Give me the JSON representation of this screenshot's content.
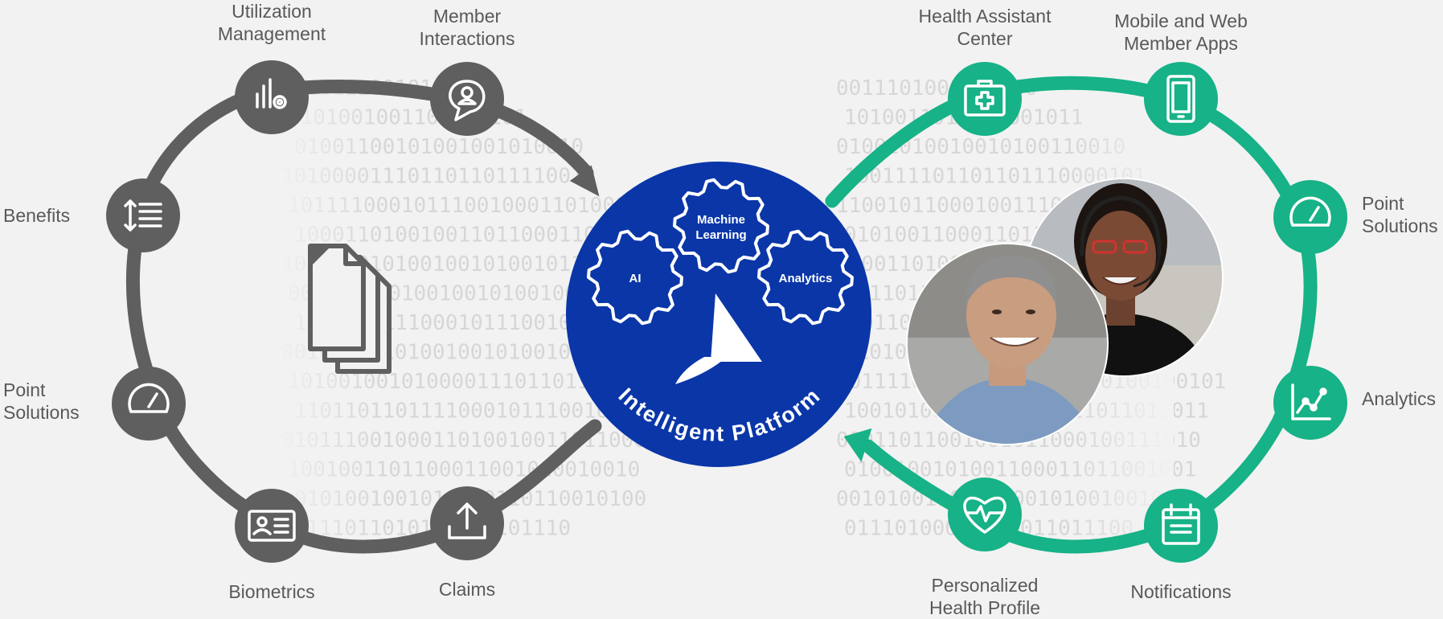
{
  "colors": {
    "background": "#f2f2f2",
    "left_loop": "#5f5f5f",
    "right_loop": "#17b287",
    "platform": "#0a36a8",
    "label_text": "#595959"
  },
  "center": {
    "title": "Intelligent Platform",
    "gears": [
      {
        "label": "AI"
      },
      {
        "label_line1": "Machine",
        "label_line2": "Learning"
      },
      {
        "label": "Analytics"
      }
    ],
    "logo_icon": "triangle-logo-icon"
  },
  "left_nodes": [
    {
      "id": "utilization",
      "lines": [
        "Utilization",
        "Management"
      ],
      "icon": "bar-chart-gear-icon"
    },
    {
      "id": "member-interactions",
      "lines": [
        "Member",
        "Interactions"
      ],
      "icon": "speech-bubble-person-icon"
    },
    {
      "id": "benefits",
      "lines": [
        "Benefits"
      ],
      "icon": "sort-list-icon"
    },
    {
      "id": "point-solutions-left",
      "lines": [
        "Point",
        "Solutions"
      ],
      "icon": "gauge-icon"
    },
    {
      "id": "biometrics",
      "lines": [
        "Biometrics"
      ],
      "icon": "id-card-icon"
    },
    {
      "id": "claims",
      "lines": [
        "Claims"
      ],
      "icon": "upload-icon"
    }
  ],
  "right_nodes": [
    {
      "id": "health-assistant",
      "lines": [
        "Health Assistant",
        "Center"
      ],
      "icon": "medical-kit-icon"
    },
    {
      "id": "mobile-web",
      "lines": [
        "Mobile and Web",
        "Member Apps"
      ],
      "icon": "smartphone-icon"
    },
    {
      "id": "point-solutions-right",
      "lines": [
        "Point",
        "Solutions"
      ],
      "icon": "gauge-icon"
    },
    {
      "id": "analytics",
      "lines": [
        "Analytics"
      ],
      "icon": "line-chart-icon"
    },
    {
      "id": "personalized-profile",
      "lines": [
        "Personalized",
        "Health Profile"
      ],
      "icon": "heart-pulse-icon"
    },
    {
      "id": "notifications",
      "lines": [
        "Notifications"
      ],
      "icon": "calendar-icon"
    }
  ],
  "background": {
    "binary_rows": [
      "0010111001011100",
      "1101001001101100101",
      "01001100101001001010010",
      "101000011101101101111001",
      "1011110001011100100011010011",
      "10001101001001101100011001010",
      "1011100101001001010010110010",
      "001110010100100101001001101100",
      "11101011110001011100100011010",
      "001011001010010010100101010",
      "1010010010100001110110110111100",
      "11011011011110001011100101001",
      "01011100100011010010011011000",
      "1001001101100011001010010010",
      "0101001001010010110110010100",
      "00111011010111000101110"
    ]
  },
  "photos": [
    {
      "name": "health-assistant-photo",
      "description_icon": "woman-with-headset-avatar"
    },
    {
      "name": "member-photo",
      "description_icon": "smiling-man-avatar"
    }
  ]
}
